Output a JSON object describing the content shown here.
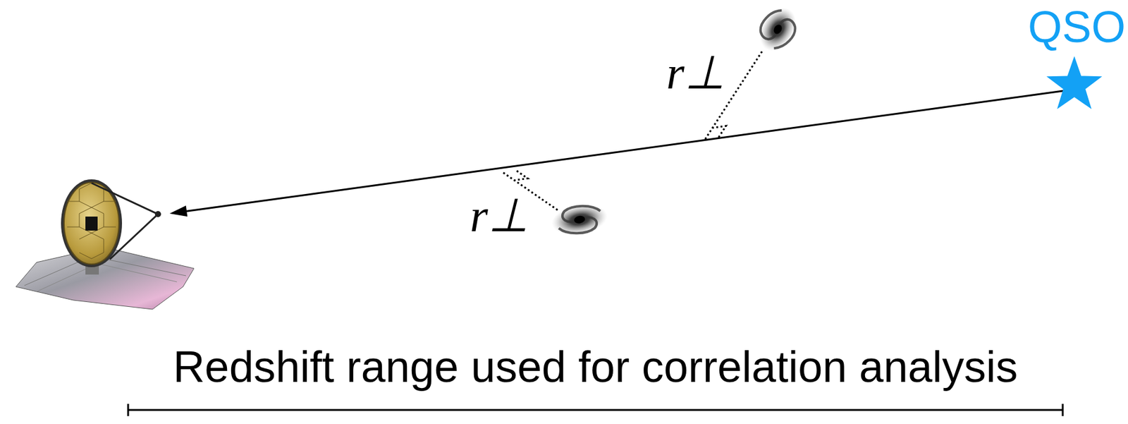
{
  "diagram": {
    "labels": [
      "QSO",
      "r⊥",
      "r⊥",
      "Redshift range used for correlation analysis"
    ]
  }
}
